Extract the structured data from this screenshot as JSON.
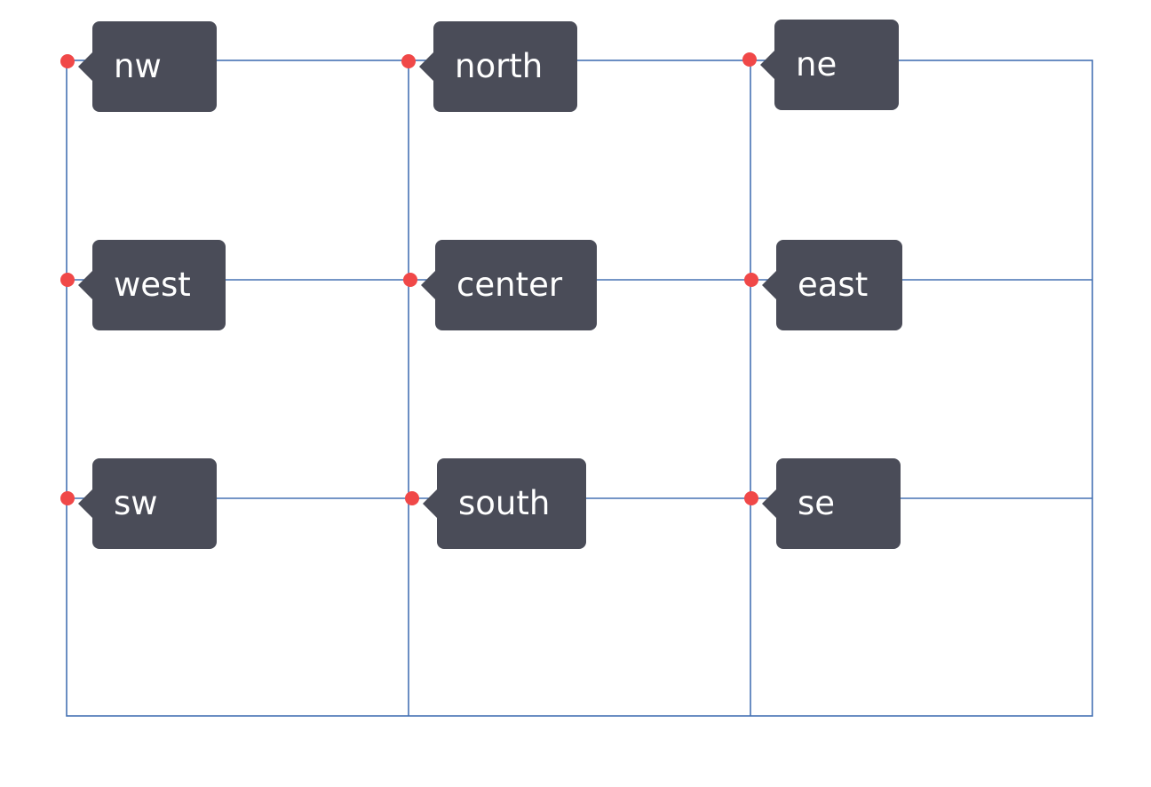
{
  "colors": {
    "grid_line": "#4672b4",
    "anchor_dot": "#f04848",
    "tooltip_bg": "#4a4c58",
    "tooltip_text": "#ffffff",
    "background": "#ffffff"
  },
  "tooltips": [
    {
      "id": "nw",
      "label": "nw"
    },
    {
      "id": "north",
      "label": "north"
    },
    {
      "id": "ne",
      "label": "ne"
    },
    {
      "id": "west",
      "label": "west"
    },
    {
      "id": "center",
      "label": "center"
    },
    {
      "id": "east",
      "label": "east"
    },
    {
      "id": "sw",
      "label": "sw"
    },
    {
      "id": "south",
      "label": "south"
    },
    {
      "id": "se",
      "label": "se"
    }
  ]
}
